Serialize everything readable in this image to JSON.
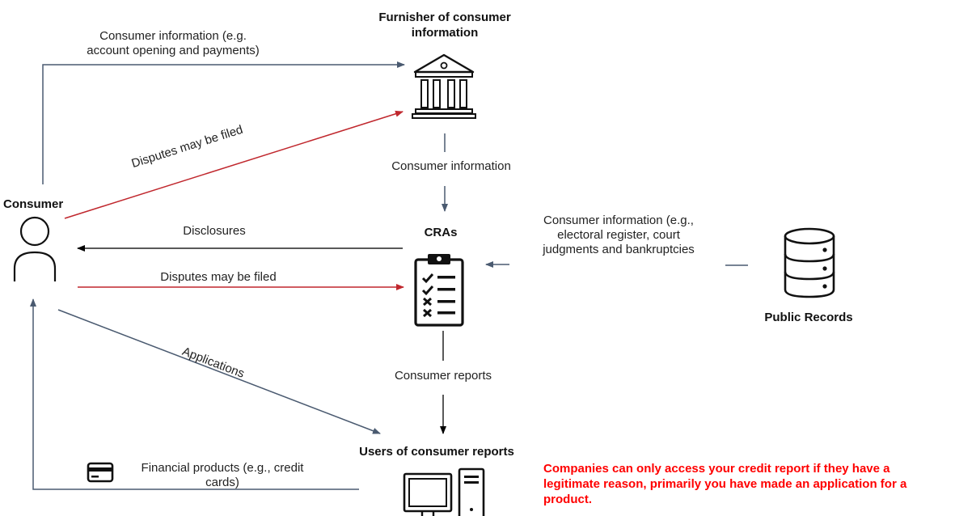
{
  "nodes": {
    "consumer": {
      "title": "Consumer"
    },
    "furnisher": {
      "title": [
        "Furnisher of consumer",
        "information"
      ]
    },
    "cras": {
      "title": "CRAs"
    },
    "public_records": {
      "title": "Public Records"
    },
    "users": {
      "title": "Users of consumer reports"
    }
  },
  "edges": {
    "consumer_to_furnisher": [
      "Consumer information (e.g.",
      "account opening and payments)"
    ],
    "disputes_to_furnisher": "Disputes may be filed",
    "furnisher_to_cras": "Consumer information",
    "disclosures": "Disclosures",
    "disputes_to_cras": "Disputes may be filed",
    "public_to_cras": [
      "Consumer information (e.g.,",
      "electoral register, court",
      "judgments and bankruptcies"
    ],
    "cras_to_users": "Consumer reports",
    "applications": "Applications",
    "financial_products": [
      "Financial products (e.g., credit",
      "cards)"
    ]
  },
  "note": [
    "Companies can only access your credit report if they have a",
    "legitimate reason, primarily you have made an application for a",
    "product."
  ],
  "colors": {
    "neutral": "#4a5a70",
    "dispute": "#c0272d",
    "black": "#000000",
    "note": "#ff0000"
  },
  "icons": {
    "consumer": "person-icon",
    "furnisher": "bank-building-icon",
    "cras": "clipboard-checklist-icon",
    "public_records": "database-icon",
    "users": "desktop-computer-icon",
    "financial_products": "credit-card-icon"
  }
}
